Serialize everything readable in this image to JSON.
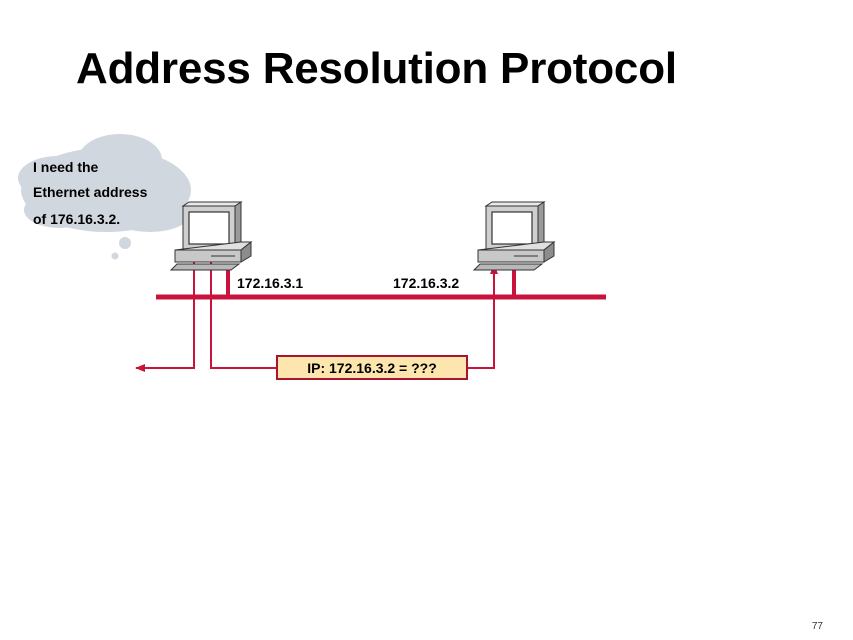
{
  "slide": {
    "title": "Address Resolution Protocol",
    "page_number": "77"
  },
  "bubble": {
    "lines": [
      "I need the",
      "Ethernet address",
      "of 176.16.3.2."
    ]
  },
  "hosts": [
    {
      "ip": "172.16.3.1"
    },
    {
      "ip": "172.16.3.2"
    }
  ],
  "packet": {
    "label": "IP: 172.16.3.2 = ???"
  },
  "colors": {
    "network": "#c8143c",
    "packet_fill": "#fde6ad",
    "bubble": "#d0d7de"
  }
}
